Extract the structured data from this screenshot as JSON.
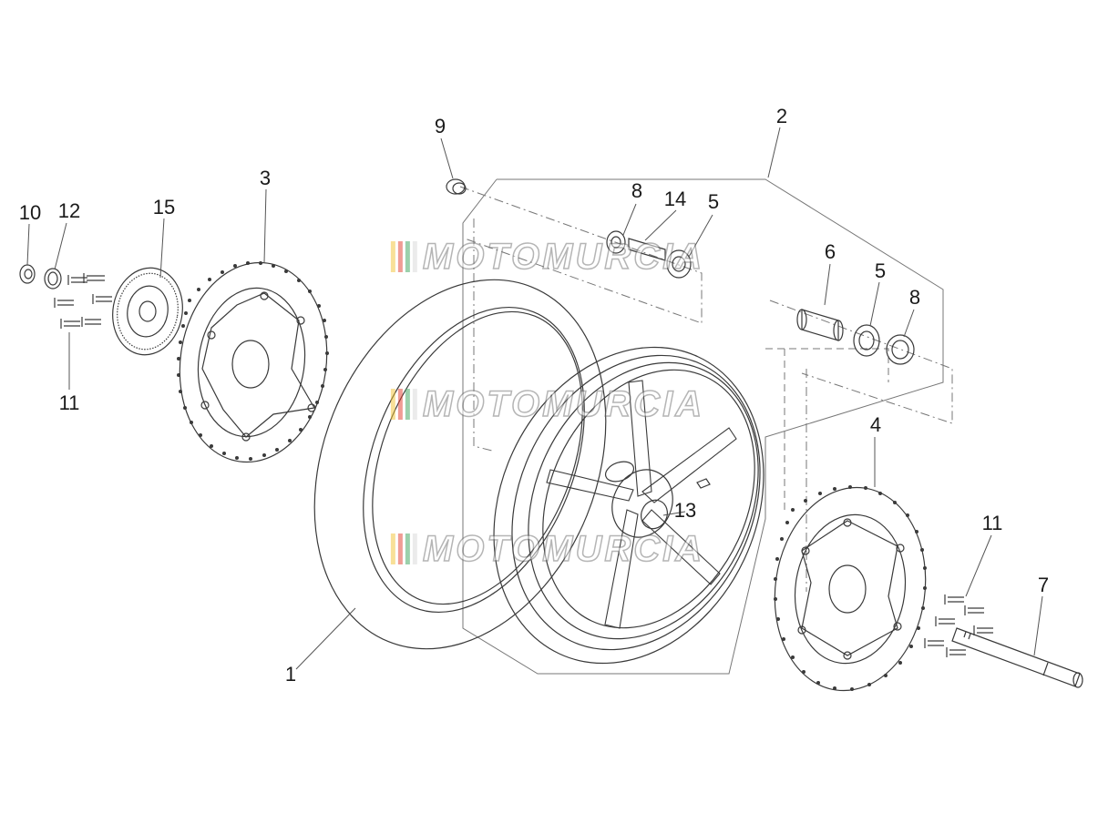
{
  "diagram": {
    "callouts": {
      "c1": "1",
      "c2": "2",
      "c3": "3",
      "c4": "4",
      "c5a": "5",
      "c5b": "5",
      "c6": "6",
      "c7": "7",
      "c8a": "8",
      "c8b": "8",
      "c9": "9",
      "c10": "10",
      "c11a": "11",
      "c11b": "11",
      "c12": "12",
      "c13": "13",
      "c14": "14",
      "c15": "15"
    },
    "watermark": {
      "text": "MOTOMURCIA",
      "stripe_colors": [
        "#f2c233",
        "#e23b2b",
        "#3aa35a",
        "#d8d8d8"
      ]
    },
    "colors": {
      "line": "#3a3a3a",
      "leader": "#555555",
      "background": "#ffffff"
    }
  }
}
